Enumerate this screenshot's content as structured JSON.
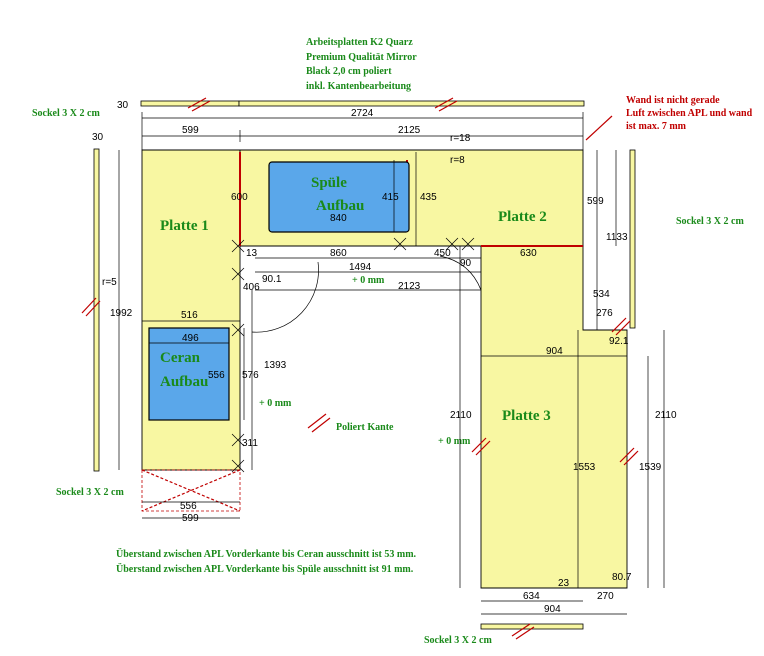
{
  "header": {
    "line1": "Arbeitsplatten K2 Quarz",
    "line2": "Premium Qualität Mirror",
    "line3": "Black 2,0 cm poliert",
    "line4": "inkl. Kantenbearbeitung"
  },
  "wall_note": {
    "line1": "Wand ist nicht gerade",
    "line2": "Luft zwischen APL und wand",
    "line3": "ist max. 7 mm"
  },
  "sockel": {
    "top_left": "Sockel 3 X 2 cm",
    "right": "Sockel 3 X 2 cm",
    "bottom_left": "Sockel 3 X 2 cm",
    "bottom": "Sockel 3 X 2 cm"
  },
  "plates": {
    "p1": "Platte 1",
    "p2": "Platte 2",
    "p3": "Platte 3"
  },
  "cutouts": {
    "sink_l1": "Spüle",
    "sink_l2": "Aufbau",
    "hob_l1": "Ceran",
    "hob_l2": "Aufbau"
  },
  "notes": {
    "poliert": "Poliert Kante",
    "plus0_a": "+ 0 mm",
    "plus0_b": "+ 0 mm",
    "plus0_c": "+ 0 mm",
    "overhang1": "Überstand zwischen APL Vorderkante bis Ceran ausschnitt ist 53 mm.",
    "overhang2": "Überstand zwischen APL Vorderkante bis Spüle ausschnitt ist 91 mm."
  },
  "dims": {
    "d30a": "30",
    "d2724": "2724",
    "d30b": "30",
    "d599a": "599",
    "d2125": "2125",
    "r18": "r=18",
    "r8": "r=8",
    "d600": "600",
    "d415": "415",
    "d435": "435",
    "d840": "840",
    "d599v": "599",
    "d1133": "1133",
    "d860": "860",
    "d450": "450",
    "d90": "90",
    "d630": "630",
    "d13": "13",
    "d406": "406",
    "d90_1": "90.1",
    "d1494": "1494",
    "d2123": "2123",
    "d534": "534",
    "d276": "276",
    "d92_1": "92.1",
    "r5": "r=5",
    "d1992": "1992",
    "d516": "516",
    "d496": "496",
    "d556v": "556",
    "d576": "576",
    "d1393": "1393",
    "d904a": "904",
    "d2110a": "2110",
    "d2110b": "2110",
    "d1553": "1553",
    "d1539": "1539",
    "d311": "311",
    "d556h": "556",
    "d599b": "599",
    "d634": "634",
    "d270": "270",
    "d904b": "904",
    "d80_7": "80.7",
    "d23": "23"
  },
  "colors": {
    "slab": "#f8f7a2",
    "cutout": "#5aa7ea",
    "label_green": "#1a8a1a",
    "wall_red": "#c00000"
  }
}
